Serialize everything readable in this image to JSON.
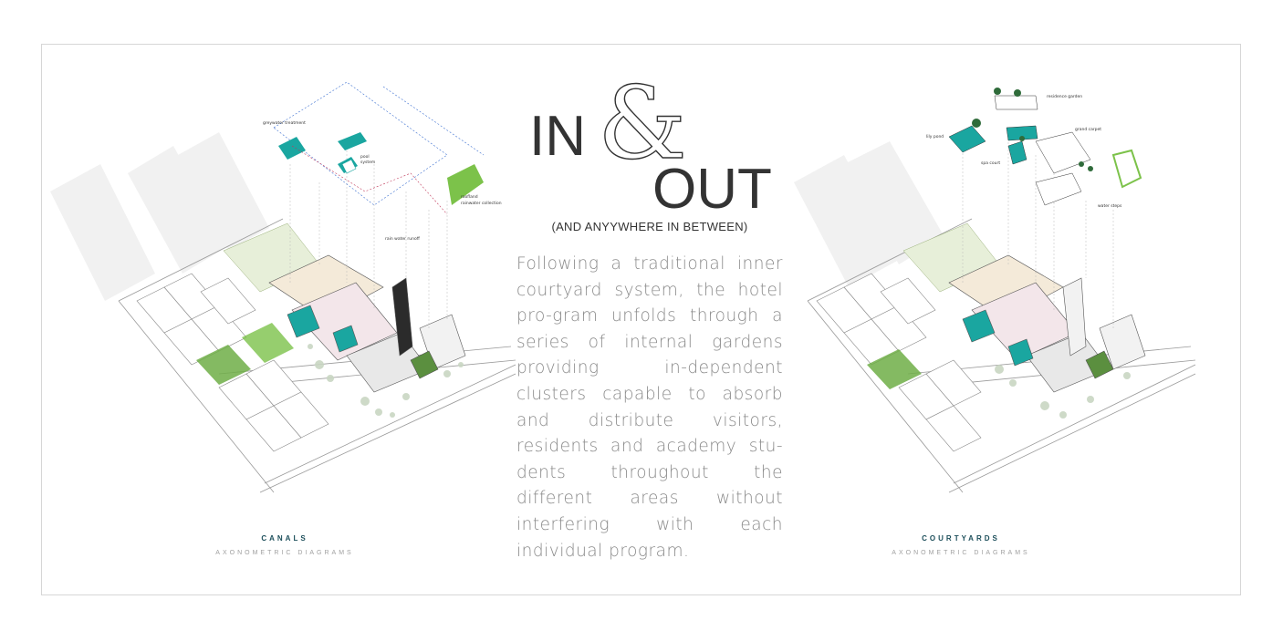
{
  "headline": {
    "word_in": "IN",
    "ampersand": "&",
    "word_out": "OUT"
  },
  "subtitle": "(AND ANYYWHERE IN BETWEEN)",
  "body": "Following a traditional inner courtyard system, the hotel pro-gram unfolds through a series of internal gardens providing in-dependent clusters capable to absorb and distribute visitors, residents and academy stu-dents throughout the different areas without interfering with each individual program.",
  "left_diagram": {
    "title": "CANALS",
    "subtitle": "AXONOMETRIC DIAGRAMS",
    "annotations": {
      "greywater": "greywater treatment",
      "pool1": "pool",
      "pool2": "system",
      "rooftop1": "roofland",
      "rooftop2": "rainwater collection",
      "runoff": "rain water runoff"
    }
  },
  "right_diagram": {
    "title": "COURTYARDS",
    "subtitle": "AXONOMETRIC DIAGRAMS",
    "annotations": {
      "residence": "residence garden",
      "lily": "lily pond",
      "grand": "grand carpet",
      "spa": "spa court",
      "water": "water steps"
    }
  },
  "colors": {
    "teal": "#1aa6a0",
    "green": "#7cc24a",
    "dark_text": "#333333",
    "title_blue": "#1d4f5b"
  }
}
